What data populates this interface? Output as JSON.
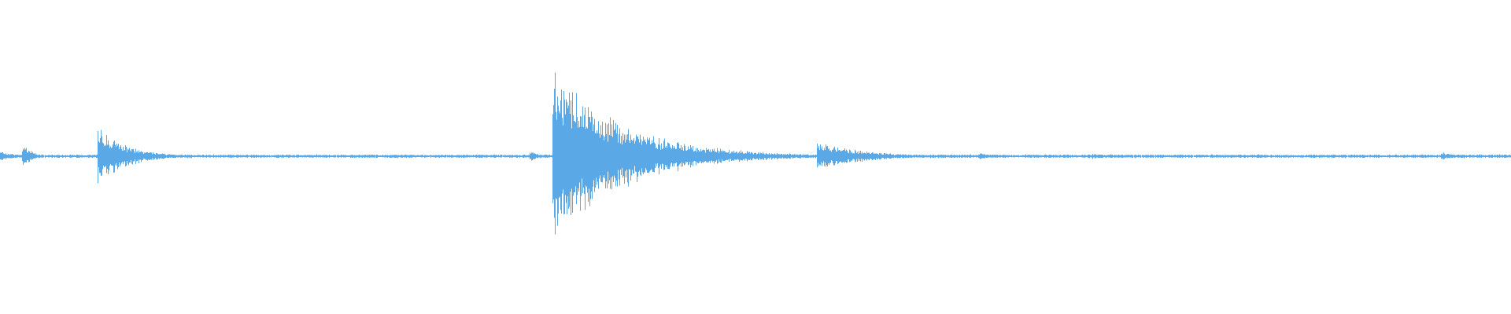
{
  "waveform": {
    "color": "#5AA9E6",
    "baseline_amplitude": 0.02,
    "events": [
      {
        "time": 0.0,
        "amplitude": 0.06,
        "decay": 0.01
      },
      {
        "time": 0.016,
        "amplitude": 0.12,
        "decay": 0.006
      },
      {
        "time": 0.066,
        "amplitude": 0.34,
        "decay": 0.018
      },
      {
        "time": 0.352,
        "amplitude": 0.06,
        "decay": 0.006
      },
      {
        "time": 0.367,
        "amplitude": 1.0,
        "decay": 0.045
      },
      {
        "time": 0.542,
        "amplitude": 0.16,
        "decay": 0.03
      },
      {
        "time": 0.649,
        "amplitude": 0.04,
        "decay": 0.01
      },
      {
        "time": 0.724,
        "amplitude": 0.03,
        "decay": 0.015
      },
      {
        "time": 0.955,
        "amplitude": 0.04,
        "decay": 0.01
      }
    ]
  }
}
